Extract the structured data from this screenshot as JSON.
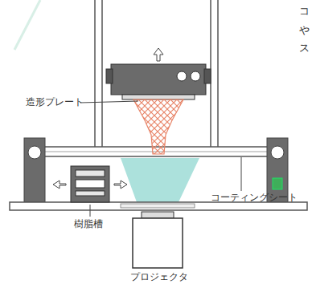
{
  "diagram": {
    "labels": [
      "造形プレート",
      "樹脂槽",
      "コーティングシート",
      "プロジェクタ",
      "コ",
      "や",
      "ス"
    ]
  }
}
